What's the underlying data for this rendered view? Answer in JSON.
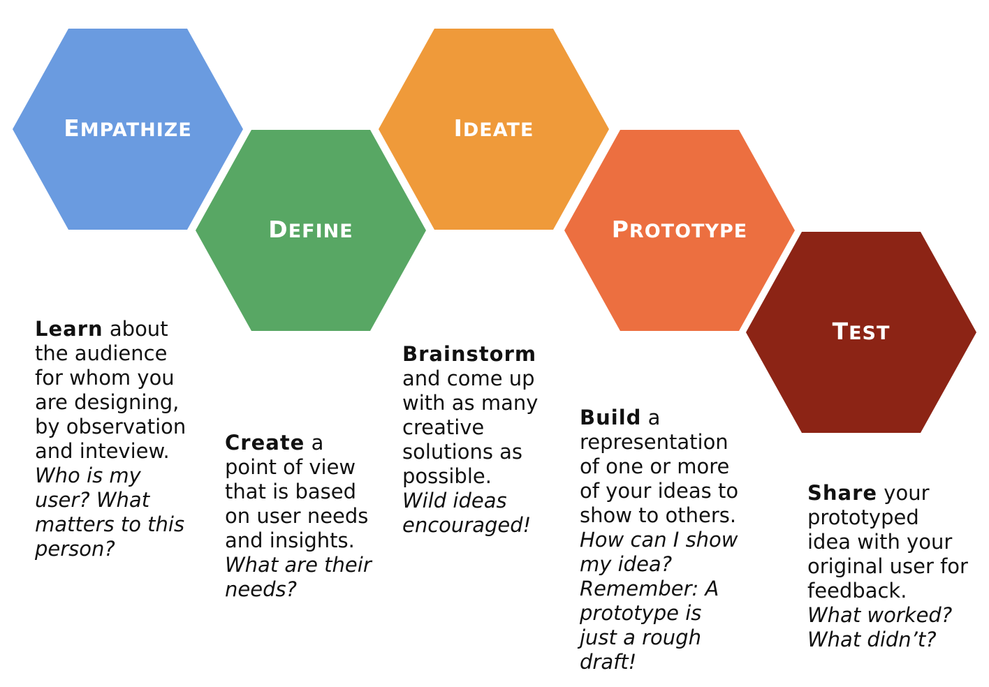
{
  "stages": [
    {
      "id": "empathize",
      "label": "Empathize",
      "color": "#6a9be0",
      "lead": "Learn",
      "body": " about\nthe audience\nfor whom you\nare designing,\nby observation\nand inteview.",
      "question": "Who is my\nuser? What\nmatters to this\nperson?"
    },
    {
      "id": "define",
      "label": "Define",
      "color": "#58a764",
      "lead": "Create",
      "body": " a\npoint of view\nthat is based\non user needs\nand insights.",
      "question": "What are their\nneeds?"
    },
    {
      "id": "ideate",
      "label": "Ideate",
      "color": "#ef9a3a",
      "lead": "Brainstorm",
      "body": "\nand come up\nwith as many\ncreative\nsolutions as\npossible.",
      "question": "Wild ideas\nencouraged!"
    },
    {
      "id": "prototype",
      "label": "Prototype",
      "color": "#ec6f40",
      "lead": "Build",
      "body": " a\nrepresentation\nof one or more\nof your ideas to\nshow to others.",
      "question": "How can I show\nmy idea?\nRemember: A\nprototype is\njust a rough\ndraft!"
    },
    {
      "id": "test",
      "label": "Test",
      "color": "#8c2415",
      "lead": "Share",
      "body": " your\nprototyped\nidea with your\noriginal user for\nfeedback.",
      "question": "What worked?\nWhat didn’t?"
    }
  ]
}
